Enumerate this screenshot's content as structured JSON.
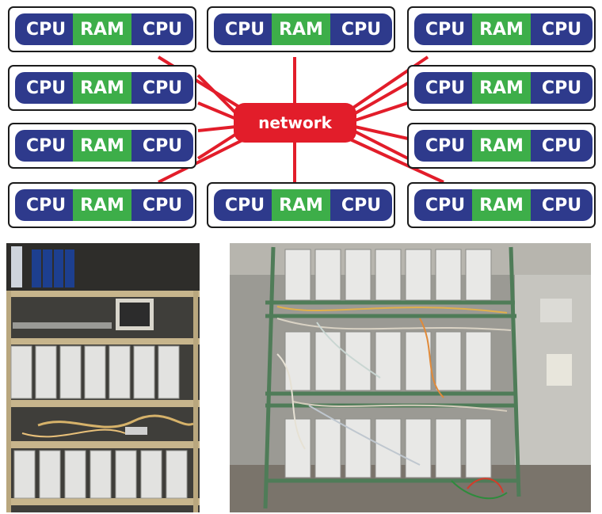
{
  "diagram": {
    "hub_label": "network",
    "node_cpu_label": "CPU",
    "node_ram_label": "RAM",
    "colors": {
      "cpu": "#2e3a8c",
      "ram": "#3dae49",
      "network": "#e21d2a",
      "border": "#1b1b1b"
    },
    "nodes": [
      {
        "id": "node-1"
      },
      {
        "id": "node-2"
      },
      {
        "id": "node-3"
      },
      {
        "id": "node-4"
      },
      {
        "id": "node-5"
      },
      {
        "id": "node-6"
      },
      {
        "id": "node-7"
      },
      {
        "id": "node-8"
      },
      {
        "id": "node-9"
      },
      {
        "id": "node-10"
      }
    ]
  },
  "photos": {
    "left": {
      "subject": "shelving-with-computer-towers"
    },
    "right": {
      "subject": "rack-of-computer-towers-with-cables"
    }
  }
}
